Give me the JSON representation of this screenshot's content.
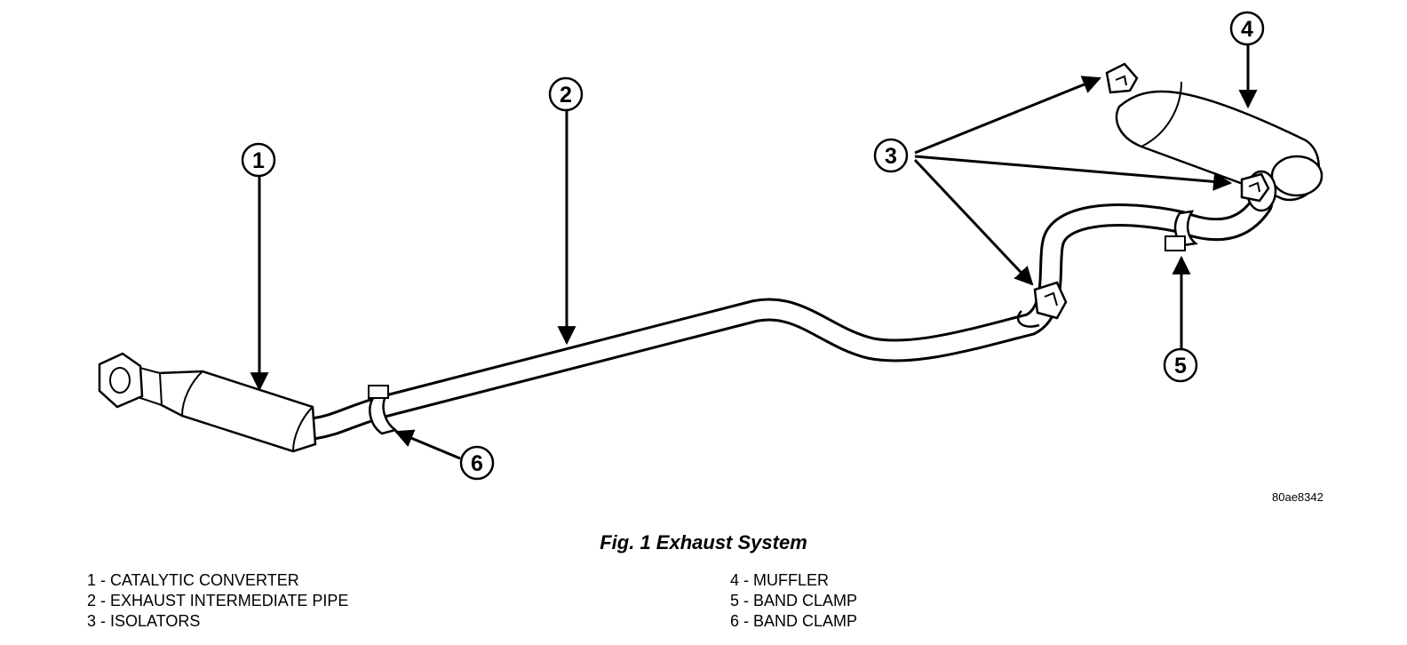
{
  "figure": {
    "id": "80ae8342",
    "caption": "Fig. 1 Exhaust System"
  },
  "callouts": [
    "1",
    "2",
    "3",
    "4",
    "5",
    "6"
  ],
  "legend": {
    "left": [
      "1 - CATALYTIC CONVERTER",
      "2 - EXHAUST INTERMEDIATE PIPE",
      "3 - ISOLATORS"
    ],
    "right": [
      "4 - MUFFLER",
      "5 - BAND CLAMP",
      "6 - BAND CLAMP"
    ]
  }
}
